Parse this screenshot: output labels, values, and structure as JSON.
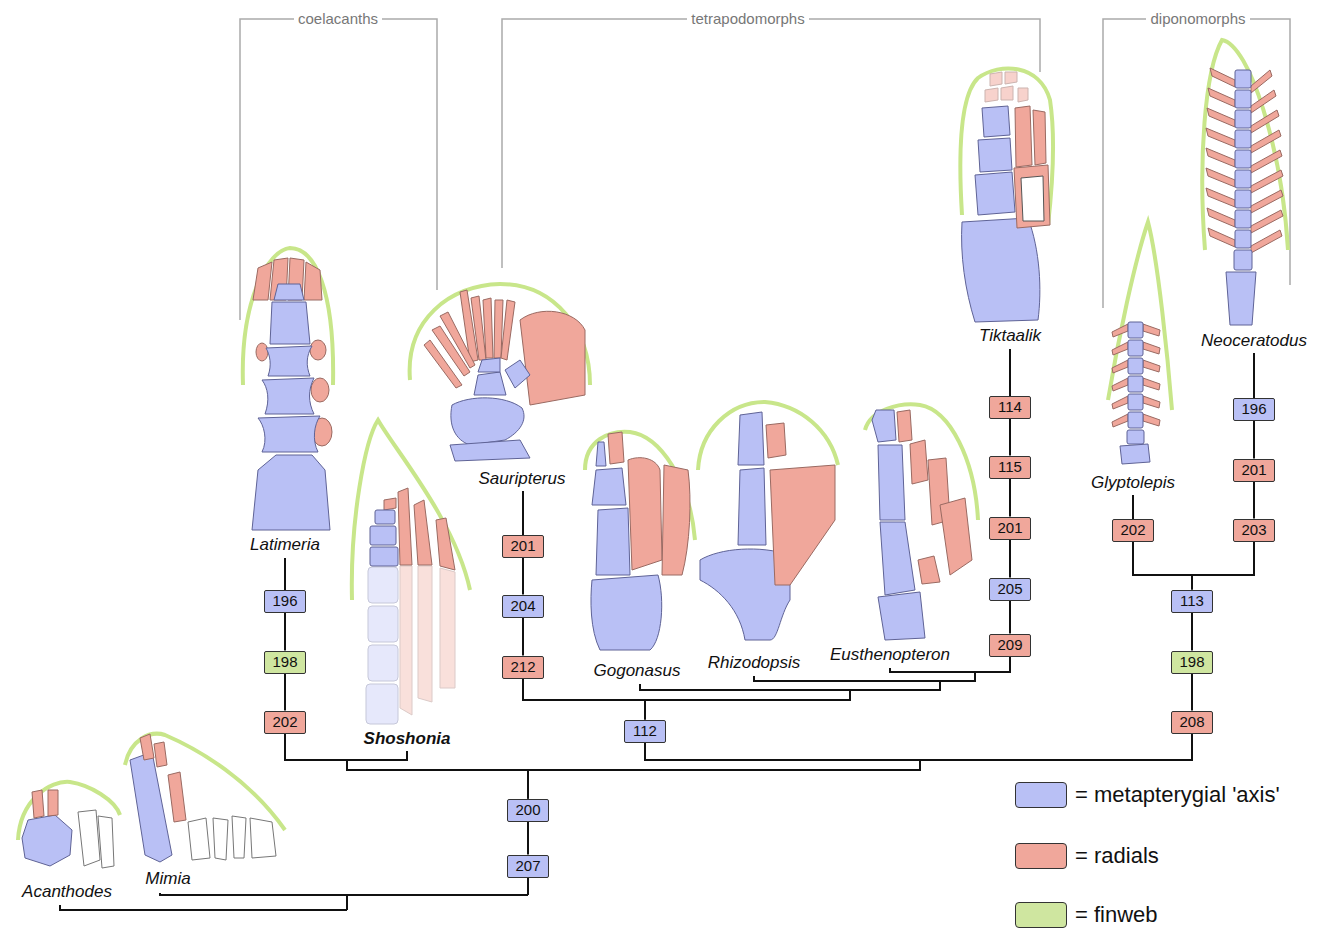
{
  "diagram": {
    "nodes": [
      {
        "text": [
          "196"
        ]
      },
      {
        "text": [
          "198"
        ]
      },
      {
        "text": [
          "202"
        ]
      },
      {
        "text": [
          "201"
        ]
      },
      {
        "text": [
          "204"
        ]
      },
      {
        "text": [
          "212"
        ]
      },
      {
        "text": [
          "112"
        ]
      },
      {
        "text": [
          "114"
        ]
      },
      {
        "text": [
          "115"
        ]
      },
      {
        "text": [
          "201"
        ]
      },
      {
        "text": [
          "205"
        ]
      },
      {
        "text": [
          "209"
        ]
      },
      {
        "text": [
          "202"
        ]
      },
      {
        "text": [
          "196"
        ]
      },
      {
        "text": [
          "201"
        ]
      },
      {
        "text": [
          "203"
        ]
      },
      {
        "text": [
          "113"
        ]
      },
      {
        "text": [
          "198"
        ]
      },
      {
        "text": [
          "208"
        ]
      },
      {
        "text": [
          "200"
        ]
      },
      {
        "text": [
          "207"
        ]
      }
    ],
    "edges": [
      {
        "from": 20,
        "to": 19,
        "arrow": "none"
      },
      {
        "from": 19,
        "to": 2,
        "arrow": "none"
      },
      {
        "from": 19,
        "to": 6,
        "arrow": "none"
      },
      {
        "from": 19,
        "to": 18,
        "arrow": "none"
      },
      {
        "from": 2,
        "to": 1,
        "arrow": "none"
      },
      {
        "from": 1,
        "to": 0,
        "arrow": "none"
      },
      {
        "from": 6,
        "to": 5,
        "arrow": "none"
      },
      {
        "from": 5,
        "to": 4,
        "arrow": "none"
      },
      {
        "from": 4,
        "to": 3,
        "arrow": "none"
      },
      {
        "from": 6,
        "to": 11,
        "arrow": "none"
      },
      {
        "from": 11,
        "to": 10,
        "arrow": "none"
      },
      {
        "from": 10,
        "to": 9,
        "arrow": "none"
      },
      {
        "from": 9,
        "to": 8,
        "arrow": "none"
      },
      {
        "from": 8,
        "to": 7,
        "arrow": "none"
      },
      {
        "from": 18,
        "to": 17,
        "arrow": "none"
      },
      {
        "from": 17,
        "to": 16,
        "arrow": "none"
      },
      {
        "from": 16,
        "to": 12,
        "arrow": "none"
      },
      {
        "from": 16,
        "to": 15,
        "arrow": "none"
      },
      {
        "from": 15,
        "to": 14,
        "arrow": "none"
      },
      {
        "from": 14,
        "to": 13,
        "arrow": "none"
      }
    ],
    "labels": [
      "coelacanths",
      "tetrapodomorphs",
      "diponomorphs",
      "Tiktaalik",
      "Neoceratodus",
      "Sauripterus",
      "Latimeria",
      "Shoshonia",
      "Glyptolepis",
      "Gogonasus",
      "Rhizodopsis",
      "Eusthenopteron",
      "Acanthodes",
      "Mimia"
    ],
    "legend": [
      {
        "text": "= metapterygial 'axis'",
        "color": "#b9c0f5"
      },
      {
        "text": "= radials",
        "color": "#f0a79b"
      },
      {
        "text": "= finweb",
        "color": "#cfe6a0"
      }
    ]
  }
}
